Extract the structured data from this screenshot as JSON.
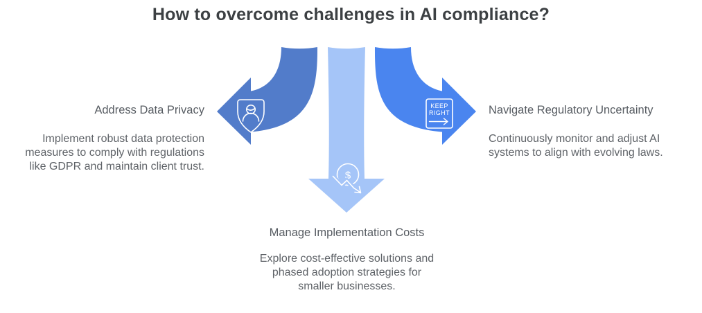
{
  "title": "How to overcome challenges in AI compliance?",
  "colors": {
    "left_arrow": "#527CCA",
    "middle_arrow": "#A5C5F8",
    "right_arrow": "#4A85EF",
    "title_text": "#3C4043",
    "heading_text": "#575C62",
    "body_text": "#5F6368",
    "icon_stroke": "#FFFFFF",
    "background": "#FFFFFF"
  },
  "items": [
    {
      "heading": "Address Data Privacy",
      "body_lines": [
        "Implement robust data protection",
        "measures to comply with regulations",
        "like GDPR and maintain client trust."
      ],
      "icon": "shield-person-icon",
      "arrow_direction": "left"
    },
    {
      "heading": "Manage Implementation Costs",
      "body_lines": [
        "Explore cost-effective solutions and",
        "phased adoption strategies for",
        "smaller businesses."
      ],
      "icon": "dollar-decrease-icon",
      "arrow_direction": "down"
    },
    {
      "heading": "Navigate Regulatory Uncertainty",
      "body_lines": [
        "Continuously monitor and adjust AI",
        "systems to align with evolving laws."
      ],
      "icon": "keep-right-sign-icon",
      "arrow_direction": "right"
    }
  ],
  "icon_glyphs": {
    "dollar_symbol": "$",
    "sign_line1": "KEEP",
    "sign_line2": "RIGHT"
  }
}
